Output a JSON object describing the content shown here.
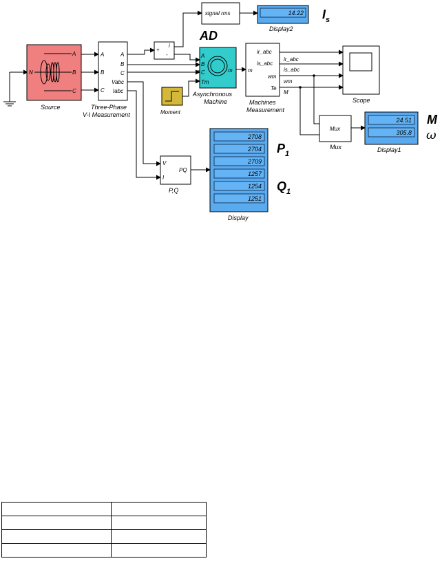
{
  "blocks": {
    "source": {
      "label": "Source",
      "port_n": "N",
      "ports": [
        "A",
        "B",
        "C"
      ],
      "color": "#f08080"
    },
    "vi_meas": {
      "label_line1": "Three-Phase",
      "label_line2": "V-I Measurement",
      "in_ports": [
        "A",
        "B",
        "C"
      ],
      "out_ports": [
        "A",
        "B",
        "C",
        "Vabc",
        "Iabc"
      ]
    },
    "gain": {
      "in_ports": [
        "+",
        "-"
      ],
      "out_port": "i"
    },
    "signal_rms": {
      "text": "signal rms"
    },
    "display2": {
      "label": "Display2",
      "value": "14.22"
    },
    "machine": {
      "label_line1": "Asynchronous",
      "label_line2": "Machine",
      "ports": [
        "A",
        "B",
        "C",
        "Tm"
      ],
      "out_port": "m",
      "color": "#33cccc"
    },
    "moment": {
      "label": "Moment",
      "color": "#d4b83c"
    },
    "meas": {
      "label_line1": "Machines",
      "label_line2": "Measurement",
      "in_port": "m",
      "signals": [
        "ir_abc",
        "is_abc",
        "wm",
        "Te"
      ],
      "outputs": [
        "ir_abc",
        "is_abc",
        "wm",
        "M"
      ]
    },
    "scope": {
      "label": "Scope"
    },
    "mux": {
      "text": "Mux",
      "label": "Mux"
    },
    "display1": {
      "label": "Display1",
      "values": [
        "24.51",
        "305.8"
      ]
    },
    "pq": {
      "label": "P,Q",
      "in_ports": [
        "V",
        "I"
      ],
      "out_port": "PQ"
    },
    "display": {
      "label": "Display",
      "values": [
        "2708",
        "2704",
        "2709",
        "1257",
        "1254",
        "1251"
      ]
    }
  },
  "annotations": {
    "ad": "AD",
    "is_main": "I",
    "is_sub": "s",
    "p1_main": "P",
    "p1_sub": "1",
    "q1_main": "Q",
    "q1_sub": "1",
    "m": "M",
    "omega": "ω"
  },
  "colors": {
    "display_fill": "#5aaaf0",
    "display_field": "#64b4f5"
  },
  "table": {
    "rows": [
      [
        "",
        ""
      ],
      [
        "",
        ""
      ],
      [
        "",
        ""
      ],
      [
        "",
        ""
      ]
    ]
  }
}
